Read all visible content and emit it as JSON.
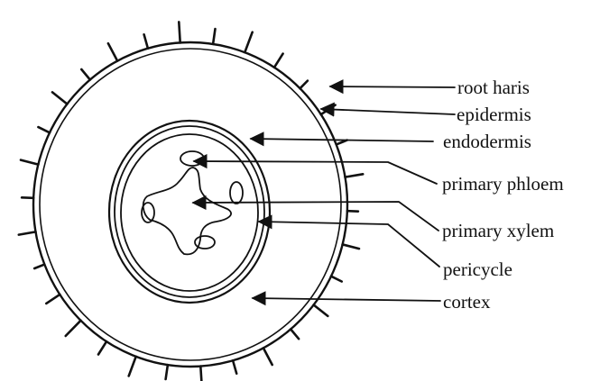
{
  "diagram": {
    "labels": {
      "root_hairs": "root haris",
      "epidermis": "epidermis",
      "endodermis": "endodermis",
      "primary_phloem": "primary phloem",
      "primary_xylem": "primary xylem",
      "pericycle": "pericycle",
      "cortex": "cortex"
    }
  }
}
